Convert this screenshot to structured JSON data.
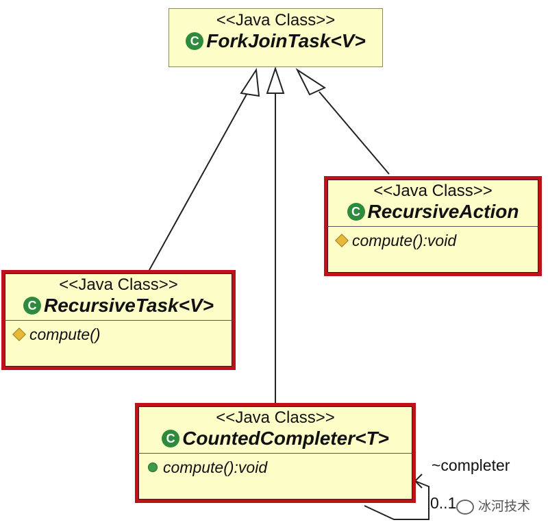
{
  "classes": {
    "forkjointask": {
      "stereotype": "<<Java Class>>",
      "name": "ForkJoinTask<V>"
    },
    "recursiveaction": {
      "stereotype": "<<Java Class>>",
      "name": "RecursiveAction",
      "ops": [
        "compute():void"
      ]
    },
    "recursivetask": {
      "stereotype": "<<Java Class>>",
      "name": "RecursiveTask<V>",
      "ops": [
        "compute()"
      ]
    },
    "countedcompleter": {
      "stereotype": "<<Java Class>>",
      "name": "CountedCompleter<T>",
      "ops": [
        "compute():void"
      ]
    }
  },
  "association": {
    "role": "~completer",
    "multiplicity": "0..1"
  },
  "watermark": "冰河技术",
  "colors": {
    "class_fill": "#fdfdc8",
    "highlight_border": "#c0101a",
    "class_icon": "#2e8b3e"
  }
}
